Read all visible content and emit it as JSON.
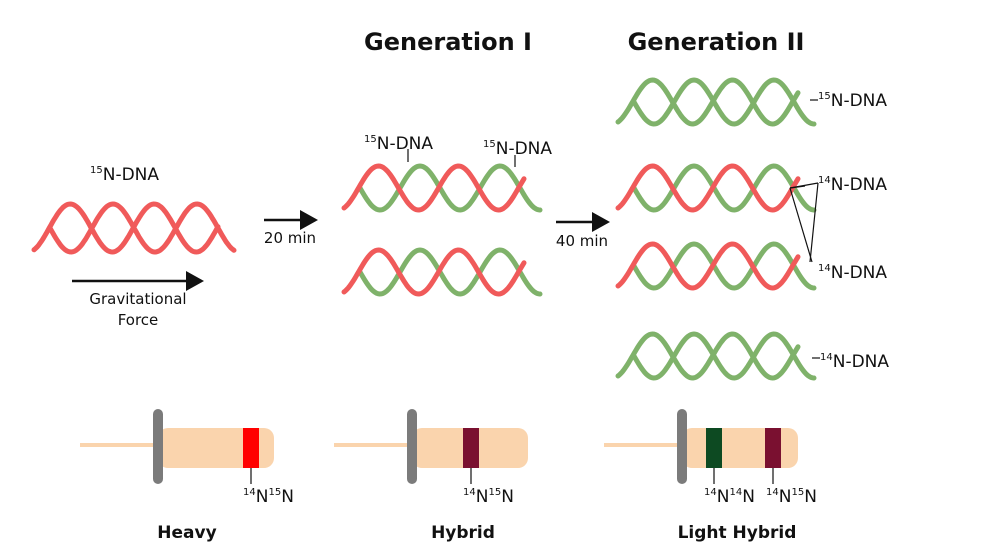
{
  "headings": {
    "gen1": "Generation I",
    "gen2": "Generation II"
  },
  "colors": {
    "heavy_strand": "#f05a5a",
    "light_strand": "#7fb26a",
    "tube_body": "#fad4ad",
    "tube_stem": "#fad4ad",
    "tube_cap": "#7b7b7b",
    "band_heavy": "#ff0000",
    "band_hybrid": "#7a1030",
    "band_light": "#0d4a22"
  },
  "labels": {
    "parent_dna": {
      "iso": "15",
      "text": "N-DNA"
    },
    "gen1_left": {
      "iso": "15",
      "text": "N-DNA"
    },
    "gen1_right": {
      "iso": "15",
      "text": "N-DNA"
    },
    "gen2_row1": {
      "iso": "15",
      "text": "N-DNA"
    },
    "gen2_row2": {
      "iso": "14",
      "text": "N-DNA"
    },
    "gen2_row3": {
      "iso": "14",
      "text": "N-DNA"
    },
    "gen2_row4": {
      "iso": "14",
      "text": "N-DNA"
    }
  },
  "arrows": {
    "gravity": {
      "line1": "Gravitational",
      "line2": "Force"
    },
    "step1": "20 min",
    "step2": "40 min"
  },
  "tubes": [
    {
      "caption": "Heavy",
      "bands": [
        {
          "type": "heavy",
          "label": {
            "a": "14",
            "b": "N",
            "c": "15",
            "d": "N"
          }
        }
      ]
    },
    {
      "caption": "Hybrid",
      "bands": [
        {
          "type": "hybrid",
          "label": {
            "a": "14",
            "b": "N",
            "c": "15",
            "d": "N"
          }
        }
      ]
    },
    {
      "caption": "Light Hybrid",
      "bands": [
        {
          "type": "light",
          "label": {
            "a": "14",
            "b": "N",
            "c": "14",
            "d": "N"
          }
        },
        {
          "type": "hybrid",
          "label": {
            "a": "14",
            "b": "N",
            "c": "15",
            "d": "N"
          }
        }
      ]
    }
  ]
}
